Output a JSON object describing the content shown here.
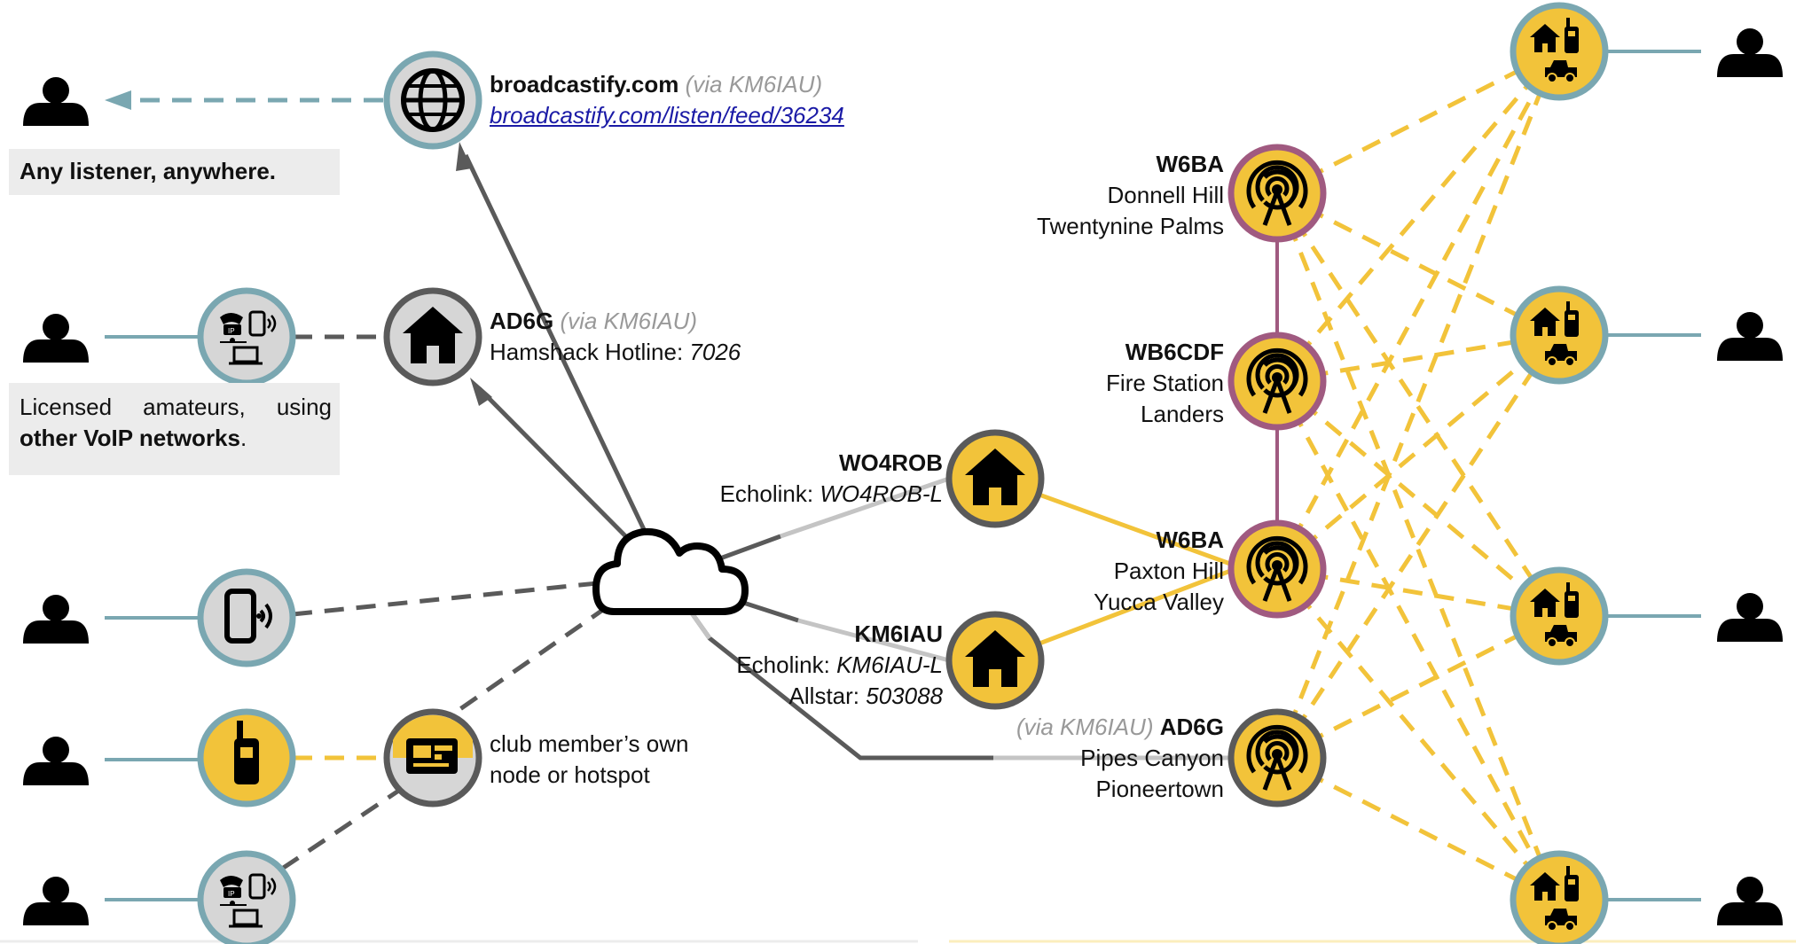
{
  "broadcastify": {
    "name": "broadcastify.com",
    "via": "(via KM6IAU)",
    "url": "broadcastify.com/listen/feed/36234"
  },
  "any_listener": "Any listener, anywhere.",
  "ad6g_hotline": {
    "call": "AD6G",
    "via": "(via KM6IAU)",
    "label": "Hamshack Hotline: ",
    "number": "7026"
  },
  "licensed_box": {
    "line1_words": [
      "Licensed",
      "amateurs,",
      "using"
    ],
    "bold": "other VoIP networks",
    "tail": "."
  },
  "club_node": [
    "club member’s own",
    "node or hotspot"
  ],
  "wo4rob": {
    "call": "WO4ROB",
    "label": "Echolink: ",
    "node": "WO4ROB-L"
  },
  "km6iau": {
    "call": "KM6IAU",
    "echolink_label": "Echolink: ",
    "echolink_node": "KM6IAU-L",
    "allstar_label": "Allstar: ",
    "allstar_node": "503088"
  },
  "repeaters": [
    {
      "call": "W6BA",
      "line1": "Donnell Hill",
      "line2": "Twentynine Palms"
    },
    {
      "call": "WB6CDF",
      "line1": "Fire Station",
      "line2": "Landers"
    },
    {
      "call": "W6BA",
      "line1": "Paxton Hill",
      "line2": "Yucca Valley"
    },
    {
      "call": "AD6G",
      "via": "(via KM6IAU)",
      "line1": "Pipes Canyon",
      "line2": "Pioneertown"
    }
  ],
  "colors": {
    "teal": "#7aa7b1",
    "yellow": "#f2c33a",
    "purple": "#a05a80",
    "dark_gray": "#5a5a5a",
    "light_gray": "#c4c4c4",
    "node_gray": "#d6d6d6"
  },
  "icons": {
    "person": "person-icon",
    "globe": "globe-icon",
    "house": "house-icon",
    "voip": "voip-phone-laptop-icon",
    "phone": "smartphone-icon",
    "radio": "handheld-radio-icon",
    "hotspot": "hotspot-board-icon",
    "cloud": "cloud-icon",
    "repeater": "repeater-tower-icon",
    "station": "home-radio-truck-icon"
  }
}
